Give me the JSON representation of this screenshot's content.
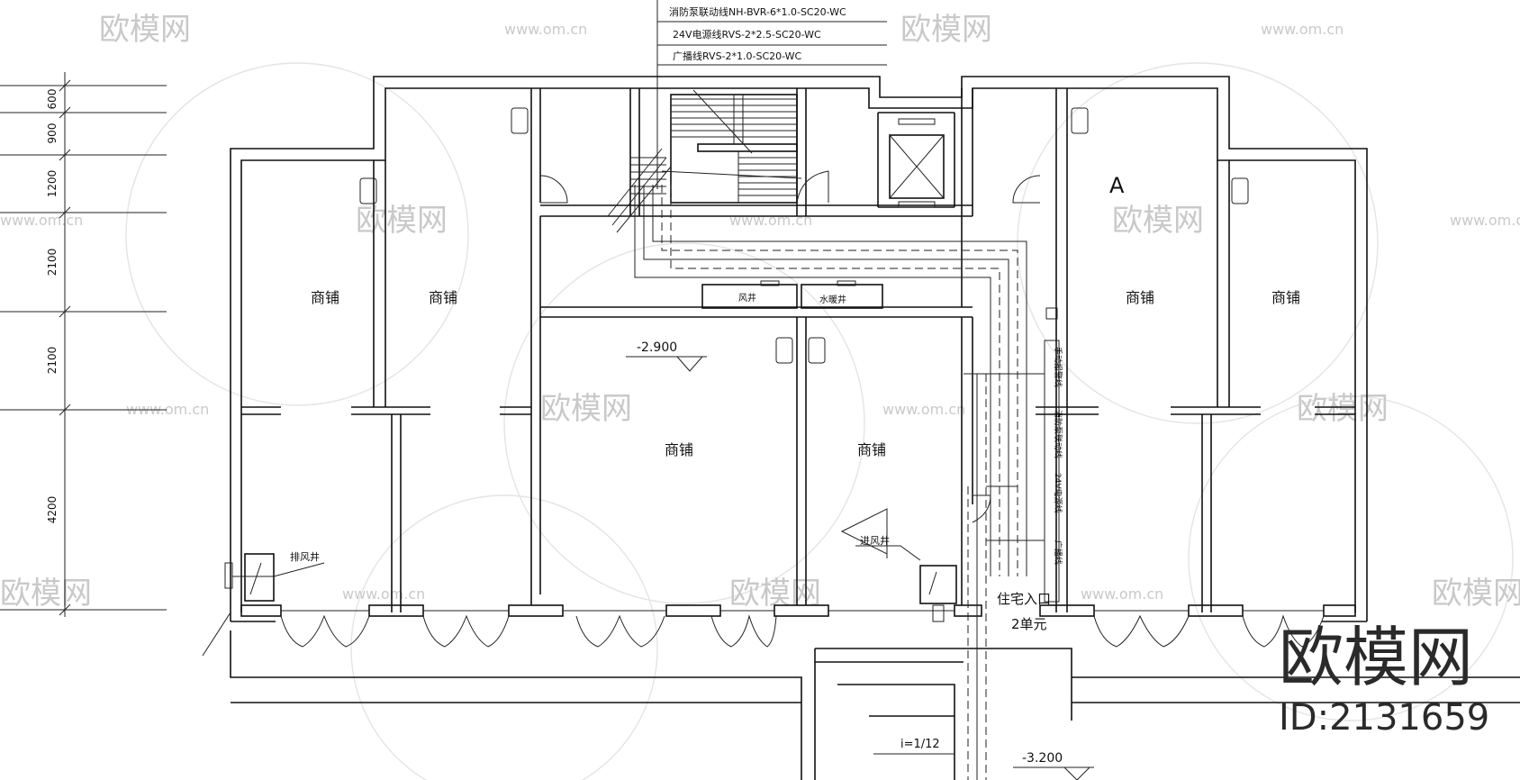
{
  "legend": {
    "line1": "消防泵联动线NH-BVR-6*1.0-SC20-WC",
    "line2": "24V电源线RVS-2*2.5-SC20-WC",
    "line3": "广播线RVS-2*1.0-SC20-WC"
  },
  "dimensions": [
    "600",
    "900",
    "1200",
    "2100",
    "2100",
    "4200"
  ],
  "rooms": {
    "shop": "商铺"
  },
  "labels": {
    "elev_a": "-2.900",
    "elev_b": "-3.200",
    "air_shaft": "风井",
    "water_shaft": "水暖井",
    "exhaust_shaft": "排风井",
    "intake_shaft": "进风井",
    "entrance": "住宅入口",
    "unit": "2单元",
    "slope": "i=1/12",
    "section_a": "A"
  },
  "riser_labels": [
    "手动报警线",
    "消防泵联动线",
    "24V电源线",
    "广播线"
  ],
  "watermark": {
    "text": "欧模网",
    "url": "www.om.cn"
  },
  "brand": {
    "name": "欧模网",
    "id": "ID:2131659"
  }
}
